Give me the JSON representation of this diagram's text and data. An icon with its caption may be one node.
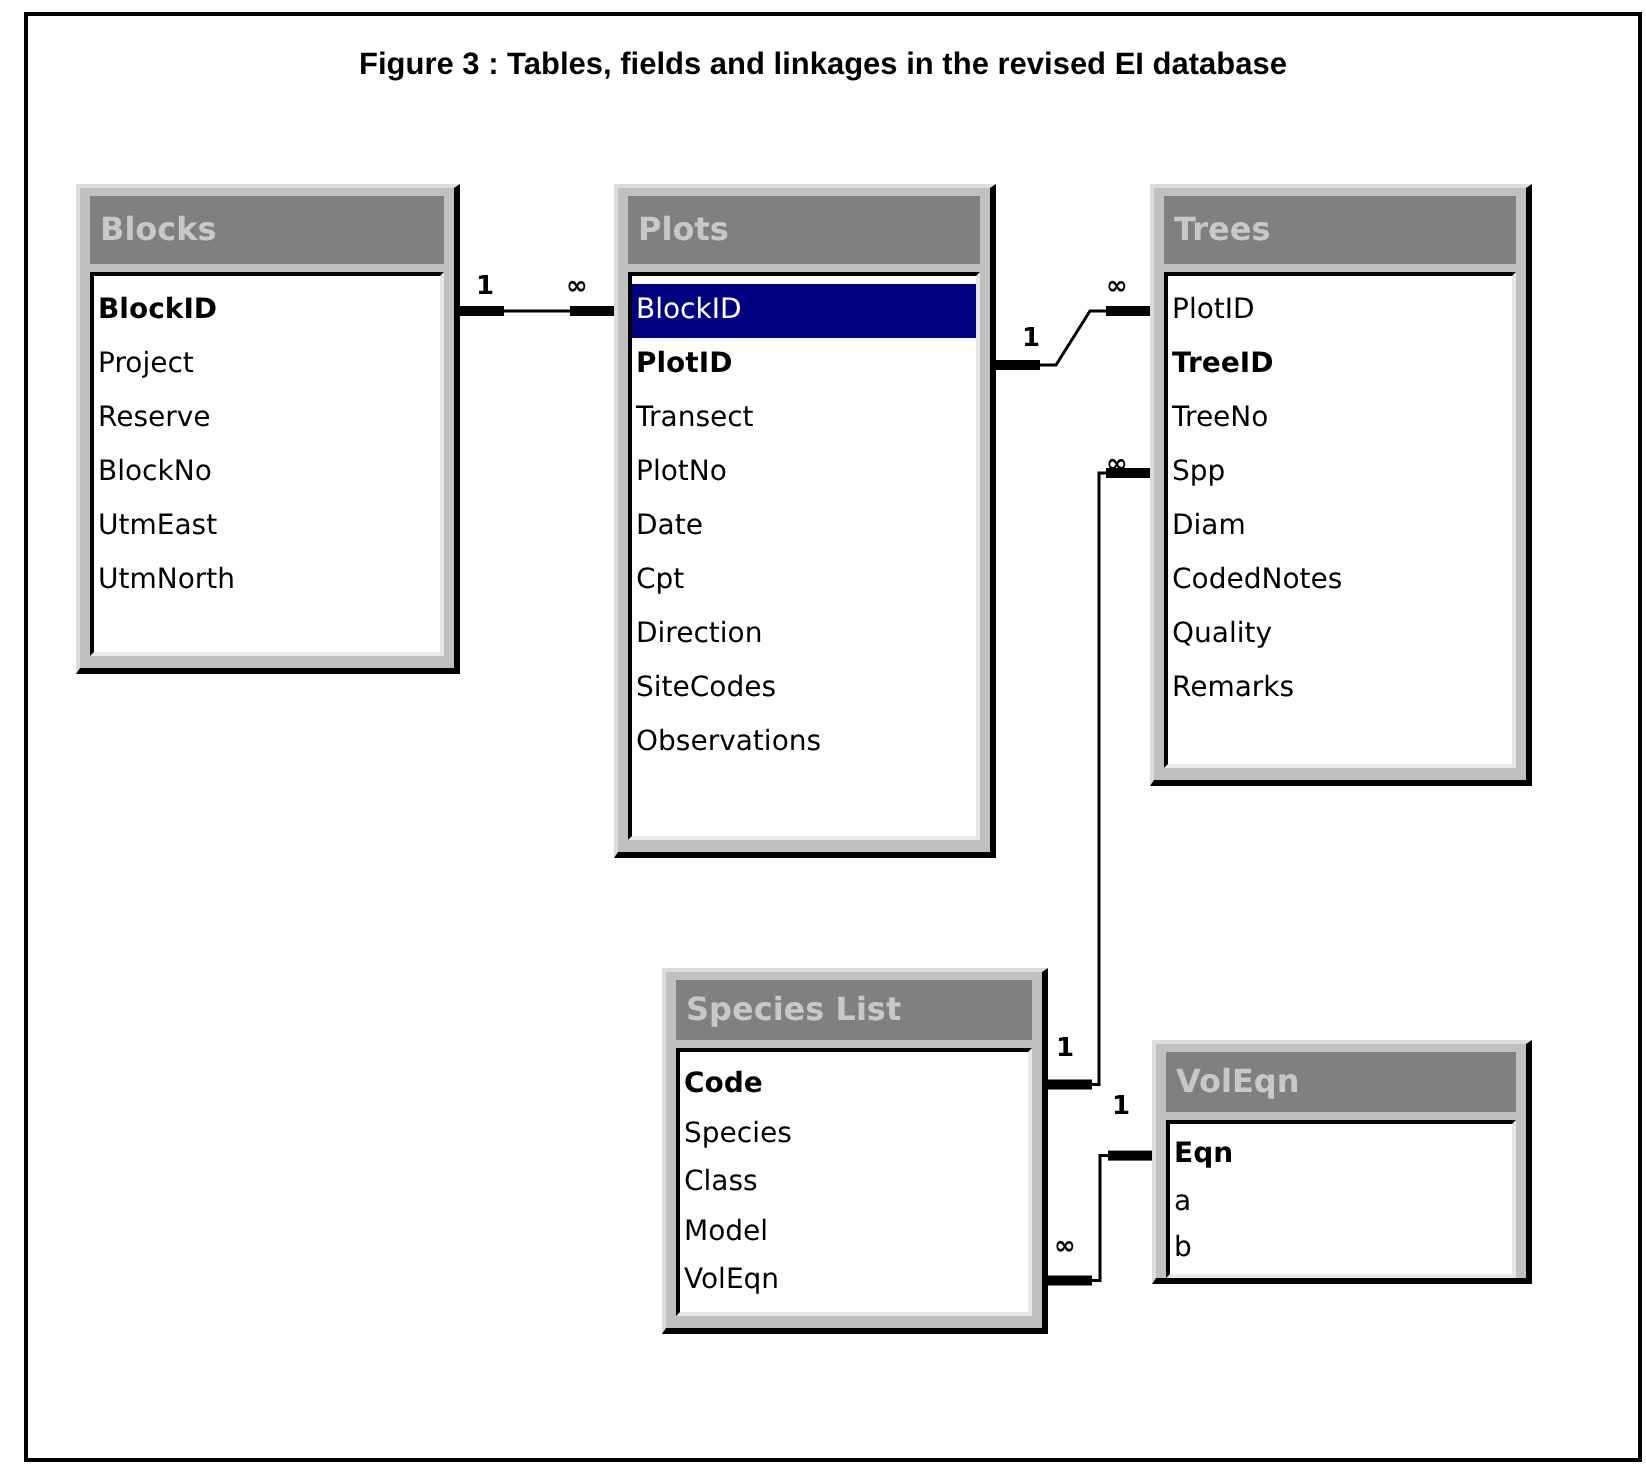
{
  "diagram": {
    "title": "Figure 3 : Tables, fields and linkages in the revised EI database",
    "nodes": [
      {
        "text": [
          "Blocks"
        ]
      },
      {
        "text": [
          "BlockID"
        ],
        "in": 0
      },
      {
        "text": [
          "Project"
        ],
        "in": 0
      },
      {
        "text": [
          "Reserve"
        ],
        "in": 0
      },
      {
        "text": [
          "BlockNo"
        ],
        "in": 0
      },
      {
        "text": [
          "UtmEast"
        ],
        "in": 0
      },
      {
        "text": [
          "UtmNorth"
        ],
        "in": 0
      },
      {
        "text": [
          "Plots"
        ]
      },
      {
        "text": [
          "BlockID"
        ],
        "in": 7
      },
      {
        "text": [
          "PlotID"
        ],
        "in": 7
      },
      {
        "text": [
          "Transect"
        ],
        "in": 7
      },
      {
        "text": [
          "PlotNo"
        ],
        "in": 7
      },
      {
        "text": [
          "Date"
        ],
        "in": 7
      },
      {
        "text": [
          "Cpt"
        ],
        "in": 7
      },
      {
        "text": [
          "Direction"
        ],
        "in": 7
      },
      {
        "text": [
          "SiteCodes"
        ],
        "in": 7
      },
      {
        "text": [
          "Observations"
        ],
        "in": 7
      },
      {
        "text": [
          "Trees"
        ]
      },
      {
        "text": [
          "PlotID"
        ],
        "in": 17
      },
      {
        "text": [
          "TreeID"
        ],
        "in": 17
      },
      {
        "text": [
          "TreeNo"
        ],
        "in": 17
      },
      {
        "text": [
          "Spp"
        ],
        "in": 17
      },
      {
        "text": [
          "Diam"
        ],
        "in": 17
      },
      {
        "text": [
          "CodedNotes"
        ],
        "in": 17
      },
      {
        "text": [
          "Quality"
        ],
        "in": 17
      },
      {
        "text": [
          "Remarks"
        ],
        "in": 17
      },
      {
        "text": [
          "Species List"
        ]
      },
      {
        "text": [
          "Code"
        ],
        "in": 26
      },
      {
        "text": [
          "Species"
        ],
        "in": 26
      },
      {
        "text": [
          "Class"
        ],
        "in": 26
      },
      {
        "text": [
          "Model"
        ],
        "in": 26
      },
      {
        "text": [
          "VolEqn"
        ],
        "in": 26
      },
      {
        "text": [
          "VolEqn"
        ]
      },
      {
        "text": [
          "Eqn"
        ],
        "in": 32
      },
      {
        "text": [
          "a"
        ],
        "in": 32
      },
      {
        "text": [
          "b"
        ],
        "in": 32
      }
    ],
    "edges": [
      {
        "from": 0,
        "to": 7,
        "arrow": "other"
      },
      {
        "from": 7,
        "to": 17,
        "arrow": "other"
      },
      {
        "from": 17,
        "to": 26,
        "arrow": "other"
      },
      {
        "from": 26,
        "to": 32,
        "arrow": "other"
      }
    ],
    "labels": [
      "1",
      "∞",
      "∞",
      "1",
      "∞",
      "1",
      "1",
      "∞"
    ]
  }
}
